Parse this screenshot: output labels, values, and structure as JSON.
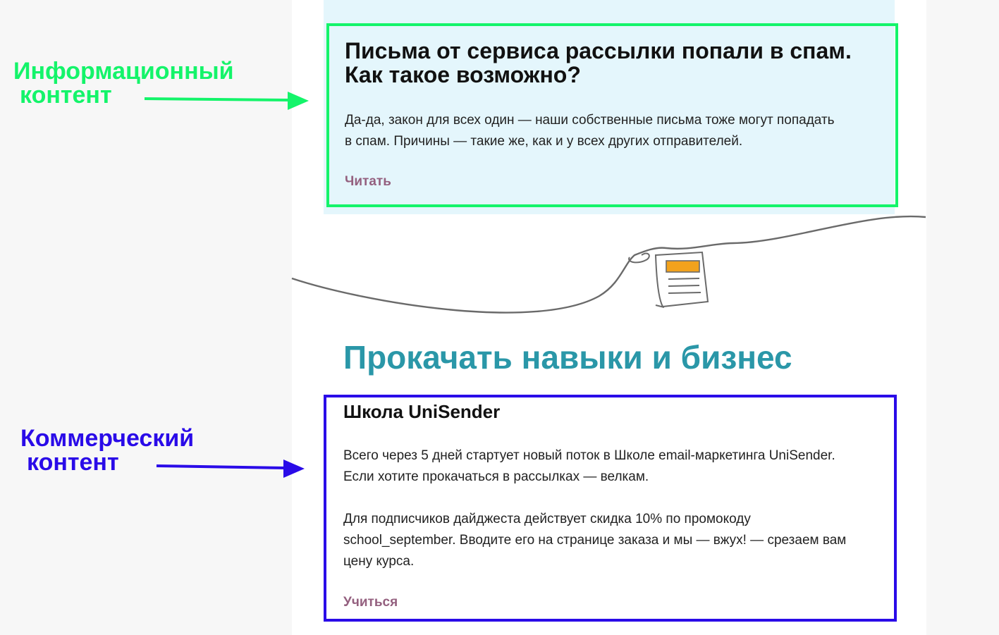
{
  "annotations": {
    "info": {
      "line1": "Информационный",
      "line2": "контент",
      "color": "#14f46a"
    },
    "commercial": {
      "line1": "Коммерческий",
      "line2": "контент",
      "color": "#2a0be8"
    }
  },
  "article": {
    "title_line1": "Письма от сервиса рассылки попали в спам.",
    "title_line2": "Как такое возможно?",
    "body_line1": "Да-да, закон для всех один — наши собственные письма тоже могут попадать",
    "body_line2": "в спам. Причины — такие же, как и у всех других отправителей.",
    "link": "Читать"
  },
  "section": {
    "heading": "Прокачать навыки и бизнес",
    "color": "#2a97a8"
  },
  "school": {
    "title": "Школа UniSender",
    "p1_line1": "Всего через 5 дней стартует новый поток в Школе email-маркетинга UniSender.",
    "p1_line2": "Если хотите прокачаться в рассылках — велкам.",
    "p2_line1": "Для подписчиков дайджеста действует скидка 10% по промокоду",
    "p2_line2": "school_september. Вводите его на странице заказа и мы — вжух! — срезаем вам",
    "p2_line3": "цену курса.",
    "link": "Учиться"
  },
  "colors": {
    "link": "#94607f",
    "info_background": "#e4f6fc"
  },
  "icons": {
    "divider": "newsletter-document-icon"
  }
}
